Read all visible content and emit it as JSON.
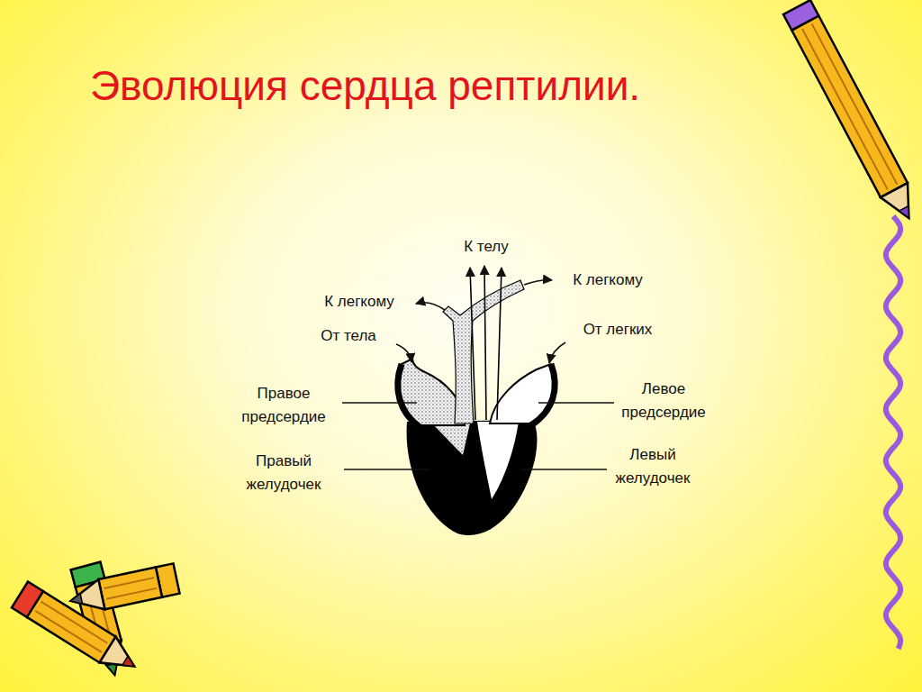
{
  "diagram": {
    "title": "Эволюция сердца рептилии.",
    "labels": [
      "К телу",
      "К легкому",
      "К легкому",
      "От тела",
      "От легких",
      "Правое предсердие",
      "Левое предсердие",
      "Правый желудочек",
      "Левый желудочек"
    ]
  }
}
